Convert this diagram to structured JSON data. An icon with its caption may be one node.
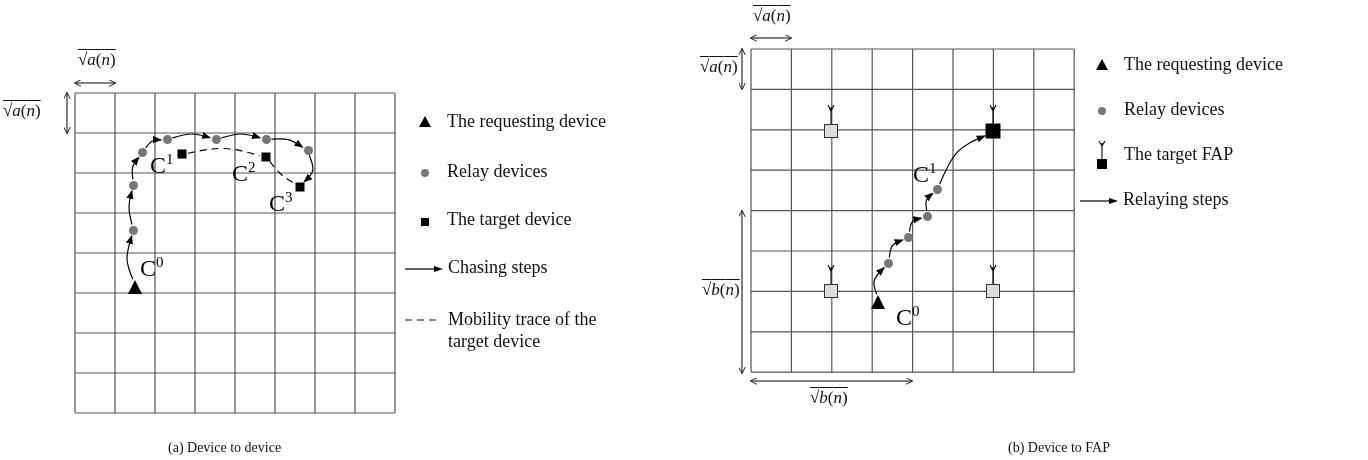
{
  "diagram": {
    "nodes": [
      {
        "text": [],
        "shape": "triangle",
        "beside": [
          "C$^{0}$"
        ]
      },
      {
        "text": [],
        "shape": "circle"
      },
      {
        "text": [],
        "shape": "circle"
      },
      {
        "text": [],
        "shape": "circle"
      },
      {
        "text": [],
        "shape": "circle"
      },
      {
        "text": [],
        "shape": "circle"
      },
      {
        "text": [],
        "shape": "circle"
      },
      {
        "text": [],
        "shape": "circle"
      },
      {
        "text": [],
        "shape": "box",
        "beside": [
          "C$^{1}$"
        ]
      },
      {
        "text": [],
        "shape": "box",
        "beside": [
          "C$^{2}$"
        ]
      },
      {
        "text": [],
        "shape": "box",
        "beside": [
          "C$^{3}$"
        ]
      },
      {
        "text": [],
        "shape": "box"
      },
      {
        "text": [],
        "shape": "box"
      },
      {
        "text": [],
        "shape": "circle",
        "beside": [
          "C$^{1}$"
        ]
      },
      {
        "text": [],
        "shape": "circle"
      },
      {
        "text": [],
        "shape": "circle"
      },
      {
        "text": [],
        "shape": "circle"
      },
      {
        "text": [],
        "shape": "triangle",
        "beside": [
          "C$^{0}$"
        ]
      },
      {
        "text": [],
        "shape": "box"
      },
      {
        "text": [],
        "shape": "box"
      }
    ],
    "edges": [
      {
        "from": 0,
        "to": 1,
        "arrow": "to"
      },
      {
        "from": 1,
        "to": 2,
        "arrow": "to"
      },
      {
        "from": 2,
        "to": 3,
        "arrow": "to"
      },
      {
        "from": 3,
        "to": 4,
        "arrow": "to"
      },
      {
        "from": 4,
        "to": 5,
        "arrow": "to"
      },
      {
        "from": 5,
        "to": 6,
        "arrow": "to"
      },
      {
        "from": 6,
        "to": 7,
        "arrow": "to"
      },
      {
        "from": 7,
        "to": 10,
        "arrow": "to"
      },
      {
        "from": 8,
        "to": 9,
        "arrow": "none",
        "style": "dashed"
      },
      {
        "from": 9,
        "to": 10,
        "arrow": "none",
        "style": "dashed"
      },
      {
        "from": 17,
        "to": 16,
        "arrow": "to"
      },
      {
        "from": 16,
        "to": 15,
        "arrow": "to"
      },
      {
        "from": 15,
        "to": 14,
        "arrow": "to"
      },
      {
        "from": 14,
        "to": 13,
        "arrow": "to"
      },
      {
        "from": 13,
        "to": 12,
        "arrow": "to"
      }
    ],
    "labels": [
      "√*a*(*n*)",
      "√*a*(*n*)",
      "(a) Device to device",
      "√*a*(*n*)",
      "√*a*(*n*)",
      "√*b*(*n*)",
      "√*b*(*n*)",
      "(b) Device to FAP"
    ],
    "legend": [
      {
        "text": "The requesting device"
      },
      {
        "text": "Relay devices"
      },
      {
        "text": "The target device"
      },
      {
        "text": "Chasing steps"
      },
      {
        "text": "Mobility trace of the target device"
      },
      {
        "text": "The requesting device"
      },
      {
        "text": "Relay devices"
      },
      {
        "text": "The target FAP"
      },
      {
        "text": "Relaying steps"
      }
    ]
  }
}
